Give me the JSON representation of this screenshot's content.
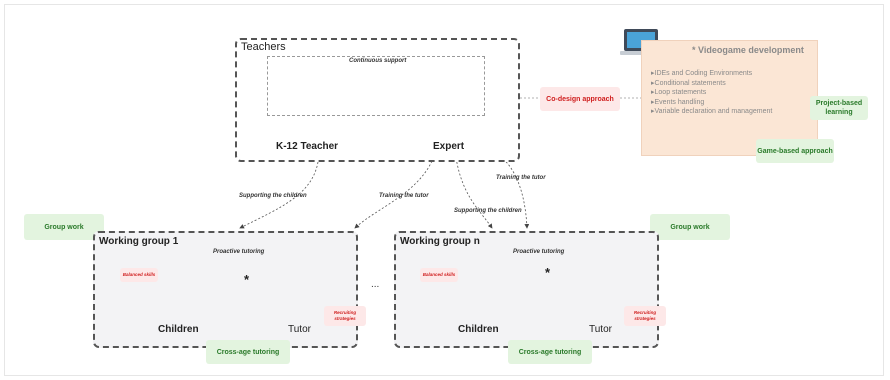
{
  "teachers": {
    "title": "Teachers",
    "support_label": "Continuous support",
    "k12_label": "K-12 Teacher",
    "expert_label": "Expert"
  },
  "codesign": {
    "label": "Co-design approach"
  },
  "videogame": {
    "title": "* Videogame development",
    "items": [
      "IDEs and Coding Environments",
      "Conditional statements",
      "Loop statements",
      "Events handling",
      "Variable declaration and management"
    ],
    "project_tag": "Project-based learning",
    "game_tag": "Game-based approach"
  },
  "arrows": {
    "supporting_children_1": "Supporting the children",
    "training_tutor_1": "Training the tutor",
    "training_tutor_2": "Training the tutor",
    "supporting_children_2": "Supporting the children"
  },
  "group_work": {
    "left": "Group work",
    "right": "Group work"
  },
  "groups": [
    {
      "title": "Working group 1",
      "proactive": "Proactive tutoring",
      "balanced": "Balanced skills",
      "recruiting": "Recruiting strategies",
      "children": "Children",
      "tutor": "Tutor",
      "star": "*",
      "tag": "Cross-age tutoring"
    },
    {
      "title": "Working group n",
      "proactive": "Proactive tutoring",
      "balanced": "Balanced skills",
      "recruiting": "Recruiting strategies",
      "children": "Children",
      "tutor": "Tutor",
      "star": "*",
      "tag": "Cross-age tutoring"
    }
  ],
  "ellipsis": "...",
  "colors": {
    "green_tag_bg": "#e3f4df",
    "green_tag_text": "#2a7a2a",
    "red_tag_bg": "#fde8e8",
    "red_tag_text": "#d02020",
    "videogame_panel": "#fbe6d5",
    "group_bg": "#f3f3f5"
  }
}
